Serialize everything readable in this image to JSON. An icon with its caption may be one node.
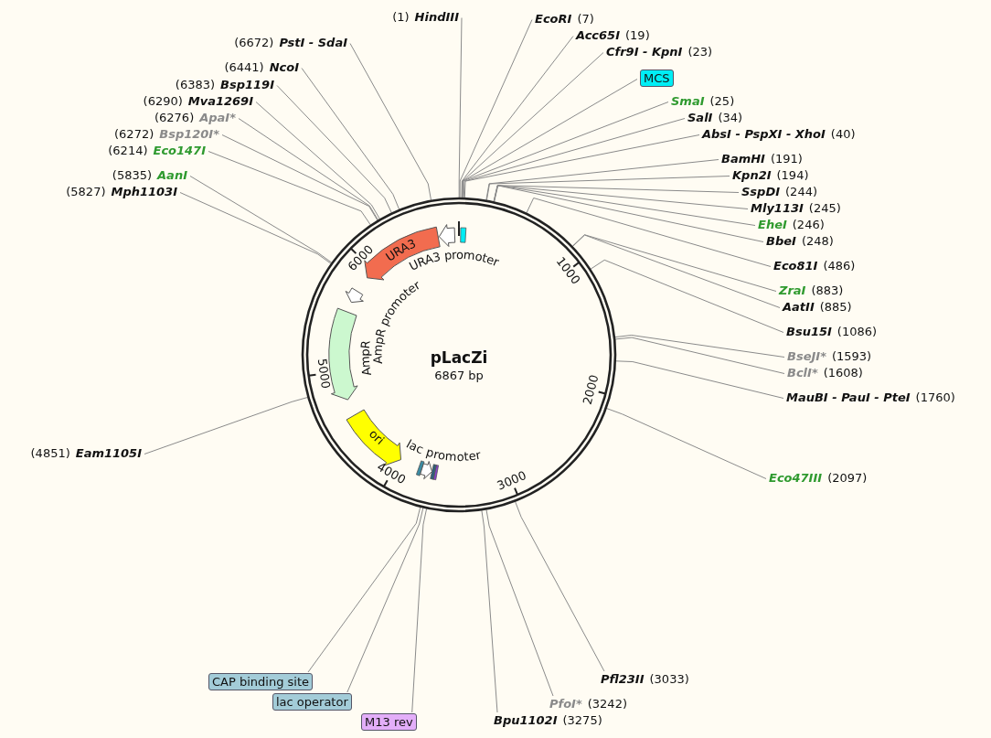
{
  "diagram": {
    "nodes": [
      {
        "text": [],
        "shape": "circle"
      },
      {
        "text": [
          "HindIII"
        ],
        "beside": [
          "(1)"
        ]
      },
      {
        "text": [
          "PstI - SdaI"
        ],
        "beside": [
          "(6672)"
        ]
      },
      {
        "text": [
          "NcoI"
        ],
        "beside": [
          "(6441)"
        ]
      },
      {
        "text": [
          "Bsp119I"
        ],
        "beside": [
          "(6383)"
        ]
      },
      {
        "text": [
          "Mva1269I"
        ],
        "beside": [
          "(6290)"
        ]
      },
      {
        "text": [
          "ApaI*"
        ],
        "beside": [
          "(6276)"
        ]
      },
      {
        "text": [
          "Bsp120I*"
        ],
        "beside": [
          "(6272)"
        ]
      },
      {
        "text": [
          "Eco147I"
        ],
        "beside": [
          "(6214)"
        ]
      },
      {
        "text": [
          "AanI"
        ],
        "beside": [
          "(5835)"
        ]
      },
      {
        "text": [
          "Mph1103I"
        ],
        "beside": [
          "(5827)"
        ]
      },
      {
        "text": [
          "Eam1105I"
        ],
        "beside": [
          "(4851)"
        ]
      },
      {
        "text": [
          "EcoRI"
        ],
        "beside": [
          "(7)"
        ]
      },
      {
        "text": [
          "Acc65I"
        ],
        "beside": [
          "(19)"
        ]
      },
      {
        "text": [
          "Cfr9I - KpnI"
        ],
        "beside": [
          "(23)"
        ]
      },
      {
        "text": [
          "MCS"
        ]
      },
      {
        "text": [
          "SmaI"
        ],
        "beside": [
          "(25)"
        ]
      },
      {
        "text": [
          "SalI"
        ],
        "beside": [
          "(34)"
        ]
      },
      {
        "text": [
          "AbsI - PspXI - XhoI"
        ],
        "beside": [
          "(40)"
        ]
      },
      {
        "text": [
          "BamHI"
        ],
        "beside": [
          "(191)"
        ]
      },
      {
        "text": [
          "Kpn2I"
        ],
        "beside": [
          "(194)"
        ]
      },
      {
        "text": [
          "SspDI"
        ],
        "beside": [
          "(244)"
        ]
      },
      {
        "text": [
          "Mly113I"
        ],
        "beside": [
          "(245)"
        ]
      },
      {
        "text": [
          "EheI"
        ],
        "beside": [
          "(246)"
        ]
      },
      {
        "text": [
          "BbeI"
        ],
        "beside": [
          "(248)"
        ]
      },
      {
        "text": [
          "Eco81I"
        ],
        "beside": [
          "(486)"
        ]
      },
      {
        "text": [
          "ZraI"
        ],
        "beside": [
          "(883)"
        ]
      },
      {
        "text": [
          "AatII"
        ],
        "beside": [
          "(885)"
        ]
      },
      {
        "text": [
          "Bsu15I"
        ],
        "beside": [
          "(1086)"
        ]
      },
      {
        "text": [
          "BseJI*"
        ],
        "beside": [
          "(1593)"
        ]
      },
      {
        "text": [
          "BclI*"
        ],
        "beside": [
          "(1608)"
        ]
      },
      {
        "text": [
          "MauBI - PauI - PteI"
        ],
        "beside": [
          "(1760)"
        ]
      },
      {
        "text": [
          "Eco47III"
        ],
        "beside": [
          "(2097)"
        ]
      },
      {
        "text": [
          "CAP binding site"
        ]
      },
      {
        "text": [
          "lac operator"
        ]
      },
      {
        "text": [
          "M13 rev"
        ]
      },
      {
        "text": [
          "Pfl23II"
        ],
        "beside": [
          "(3033)"
        ]
      },
      {
        "text": [
          "PfoI*"
        ],
        "beside": [
          "(3242)"
        ]
      },
      {
        "text": [
          "Bpu1102I"
        ],
        "beside": [
          "(3275)"
        ]
      },
      {
        "text": [
          "URA3"
        ],
        "in": 0
      },
      {
        "text": [
          "URA3 promoter"
        ],
        "in": 0
      },
      {
        "text": [
          "AmpR promoter"
        ],
        "in": 0
      },
      {
        "text": [
          "AmpR"
        ],
        "in": 0
      },
      {
        "text": [
          "ori"
        ],
        "in": 0
      },
      {
        "text": [
          "lac promoter"
        ],
        "in": 0
      }
    ],
    "edges": [
      {
        "from": 1,
        "to": 0,
        "arrow": "none"
      },
      {
        "from": 2,
        "to": 0,
        "arrow": "none"
      },
      {
        "from": 3,
        "to": 0,
        "arrow": "none"
      },
      {
        "from": 4,
        "to": 0,
        "arrow": "none"
      },
      {
        "from": 5,
        "to": 0,
        "arrow": "none"
      },
      {
        "from": 6,
        "to": 0,
        "arrow": "none"
      },
      {
        "from": 7,
        "to": 0,
        "arrow": "none"
      },
      {
        "from": 8,
        "to": 0,
        "arrow": "none"
      },
      {
        "from": 9,
        "to": 0,
        "arrow": "none"
      },
      {
        "from": 10,
        "to": 0,
        "arrow": "none"
      },
      {
        "from": 11,
        "to": 0,
        "arrow": "none"
      },
      {
        "from": 12,
        "to": 0,
        "arrow": "none"
      },
      {
        "from": 13,
        "to": 0,
        "arrow": "none"
      },
      {
        "from": 14,
        "to": 0,
        "arrow": "none"
      },
      {
        "from": 15,
        "to": 0,
        "arrow": "none"
      },
      {
        "from": 16,
        "to": 0,
        "arrow": "none"
      },
      {
        "from": 17,
        "to": 0,
        "arrow": "none"
      },
      {
        "from": 18,
        "to": 0,
        "arrow": "none"
      },
      {
        "from": 19,
        "to": 0,
        "arrow": "none"
      },
      {
        "from": 20,
        "to": 0,
        "arrow": "none"
      },
      {
        "from": 21,
        "to": 0,
        "arrow": "none"
      },
      {
        "from": 22,
        "to": 0,
        "arrow": "none"
      },
      {
        "from": 23,
        "to": 0,
        "arrow": "none"
      },
      {
        "from": 24,
        "to": 0,
        "arrow": "none"
      },
      {
        "from": 25,
        "to": 0,
        "arrow": "none"
      },
      {
        "from": 26,
        "to": 0,
        "arrow": "none"
      },
      {
        "from": 27,
        "to": 0,
        "arrow": "none"
      },
      {
        "from": 28,
        "to": 0,
        "arrow": "none"
      },
      {
        "from": 29,
        "to": 0,
        "arrow": "none"
      },
      {
        "from": 30,
        "to": 0,
        "arrow": "none"
      },
      {
        "from": 31,
        "to": 0,
        "arrow": "none"
      },
      {
        "from": 32,
        "to": 0,
        "arrow": "none"
      },
      {
        "from": 33,
        "to": 0,
        "arrow": "none"
      },
      {
        "from": 34,
        "to": 0,
        "arrow": "none"
      },
      {
        "from": 35,
        "to": 0,
        "arrow": "none"
      },
      {
        "from": 36,
        "to": 0,
        "arrow": "none"
      },
      {
        "from": 37,
        "to": 0,
        "arrow": "none"
      },
      {
        "from": 38,
        "to": 0,
        "arrow": "none"
      }
    ],
    "labels": [
      "pLacZi",
      "6867 bp",
      "1000",
      "2000",
      "3000",
      "4000",
      "5000",
      "6000"
    ]
  }
}
